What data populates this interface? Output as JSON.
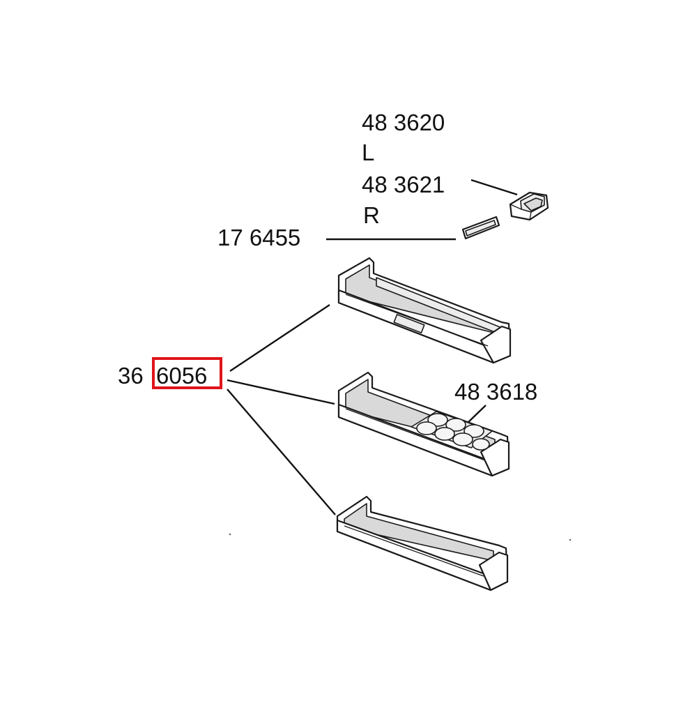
{
  "labels": {
    "pn_483620": "48 3620",
    "side_l": "L",
    "pn_483621": "48 3621",
    "side_r": "R",
    "pn_176455": "17 6455",
    "pn_36_prefix": "36",
    "pn_36_suffix": "6056",
    "pn_483618": "48 3618"
  },
  "highlight_color": "#e0141b"
}
